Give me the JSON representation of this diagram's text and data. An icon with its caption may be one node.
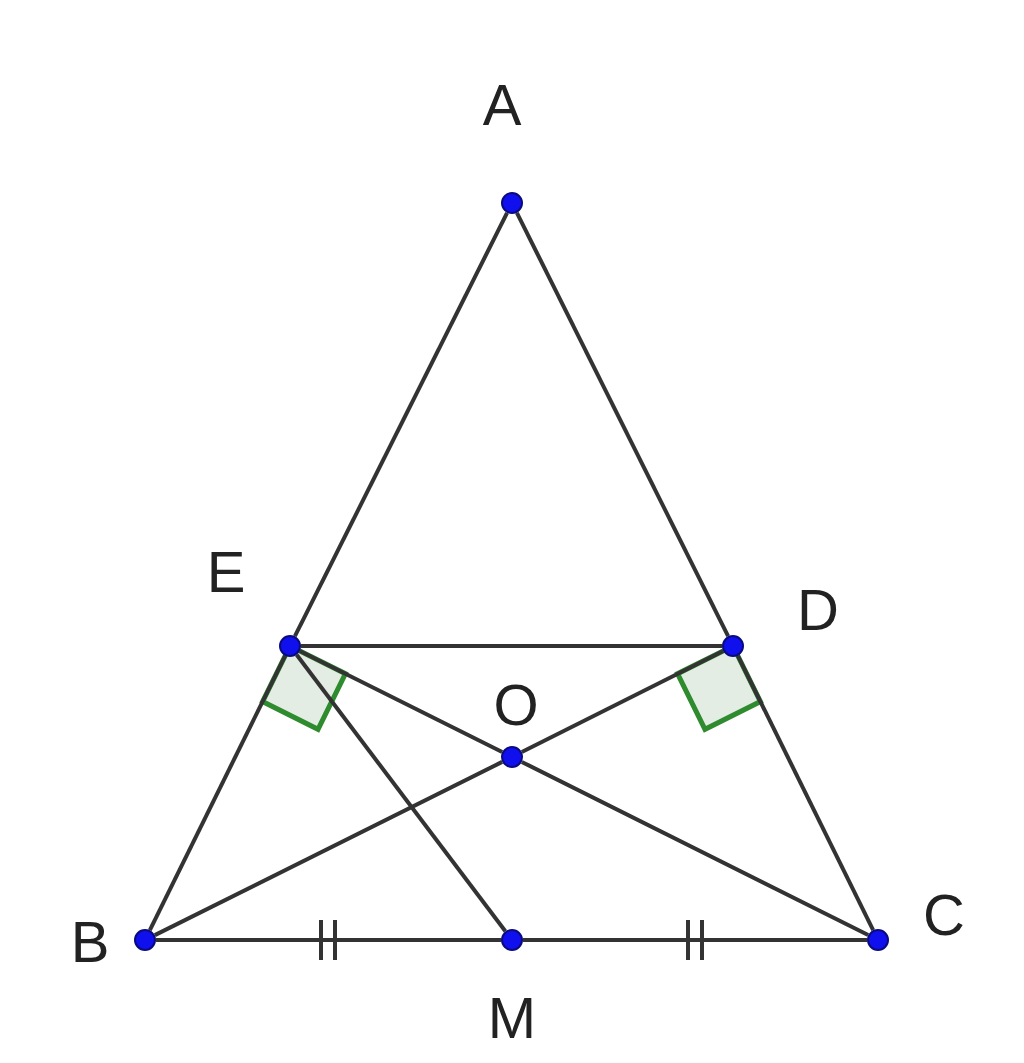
{
  "diagram": {
    "nodes": [
      {
        "text": [],
        "shape": "circle",
        "beside": [
          "A"
        ]
      },
      {
        "text": [],
        "shape": "circle",
        "beside": [
          "E"
        ]
      },
      {
        "text": [],
        "shape": "circle",
        "beside": [
          "D"
        ]
      },
      {
        "text": [],
        "shape": "circle",
        "beside": [
          "O"
        ]
      },
      {
        "text": [],
        "shape": "circle",
        "beside": [
          "B"
        ]
      },
      {
        "text": [],
        "shape": "circle",
        "beside": [
          "M"
        ]
      },
      {
        "text": [],
        "shape": "circle",
        "beside": [
          "C"
        ]
      }
    ],
    "edges": [
      {
        "from": 0,
        "to": 1,
        "arrow": "none"
      },
      {
        "from": 1,
        "to": 4,
        "arrow": "none"
      },
      {
        "from": 0,
        "to": 2,
        "arrow": "none"
      },
      {
        "from": 2,
        "to": 6,
        "arrow": "none"
      },
      {
        "from": 1,
        "to": 2,
        "arrow": "none"
      },
      {
        "from": 1,
        "to": 3,
        "arrow": "none"
      },
      {
        "from": 3,
        "to": 6,
        "arrow": "none"
      },
      {
        "from": 4,
        "to": 3,
        "arrow": "none"
      },
      {
        "from": 3,
        "to": 2,
        "arrow": "none"
      },
      {
        "from": 1,
        "to": 5,
        "arrow": "none"
      },
      {
        "from": 4,
        "to": 5,
        "arrow": "none"
      },
      {
        "from": 5,
        "to": 6,
        "arrow": "none"
      }
    ]
  }
}
